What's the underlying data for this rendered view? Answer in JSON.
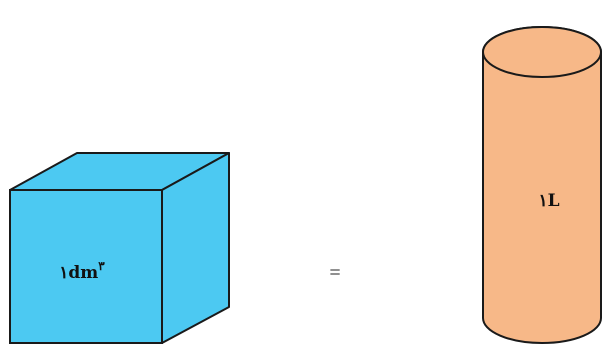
{
  "cube": {
    "label_number": "١",
    "label_unit": "dm",
    "label_exponent": "٣",
    "front_color": "#4CC9F2",
    "side_color": "#4CC9F2",
    "top_color": "#4CC9F2",
    "stroke_color": "#1A1A1A"
  },
  "equals": {
    "symbol": "="
  },
  "cylinder": {
    "label_number": "١",
    "label_unit": "L",
    "body_color": "#F7B888",
    "stroke_color": "#1A1A1A"
  }
}
